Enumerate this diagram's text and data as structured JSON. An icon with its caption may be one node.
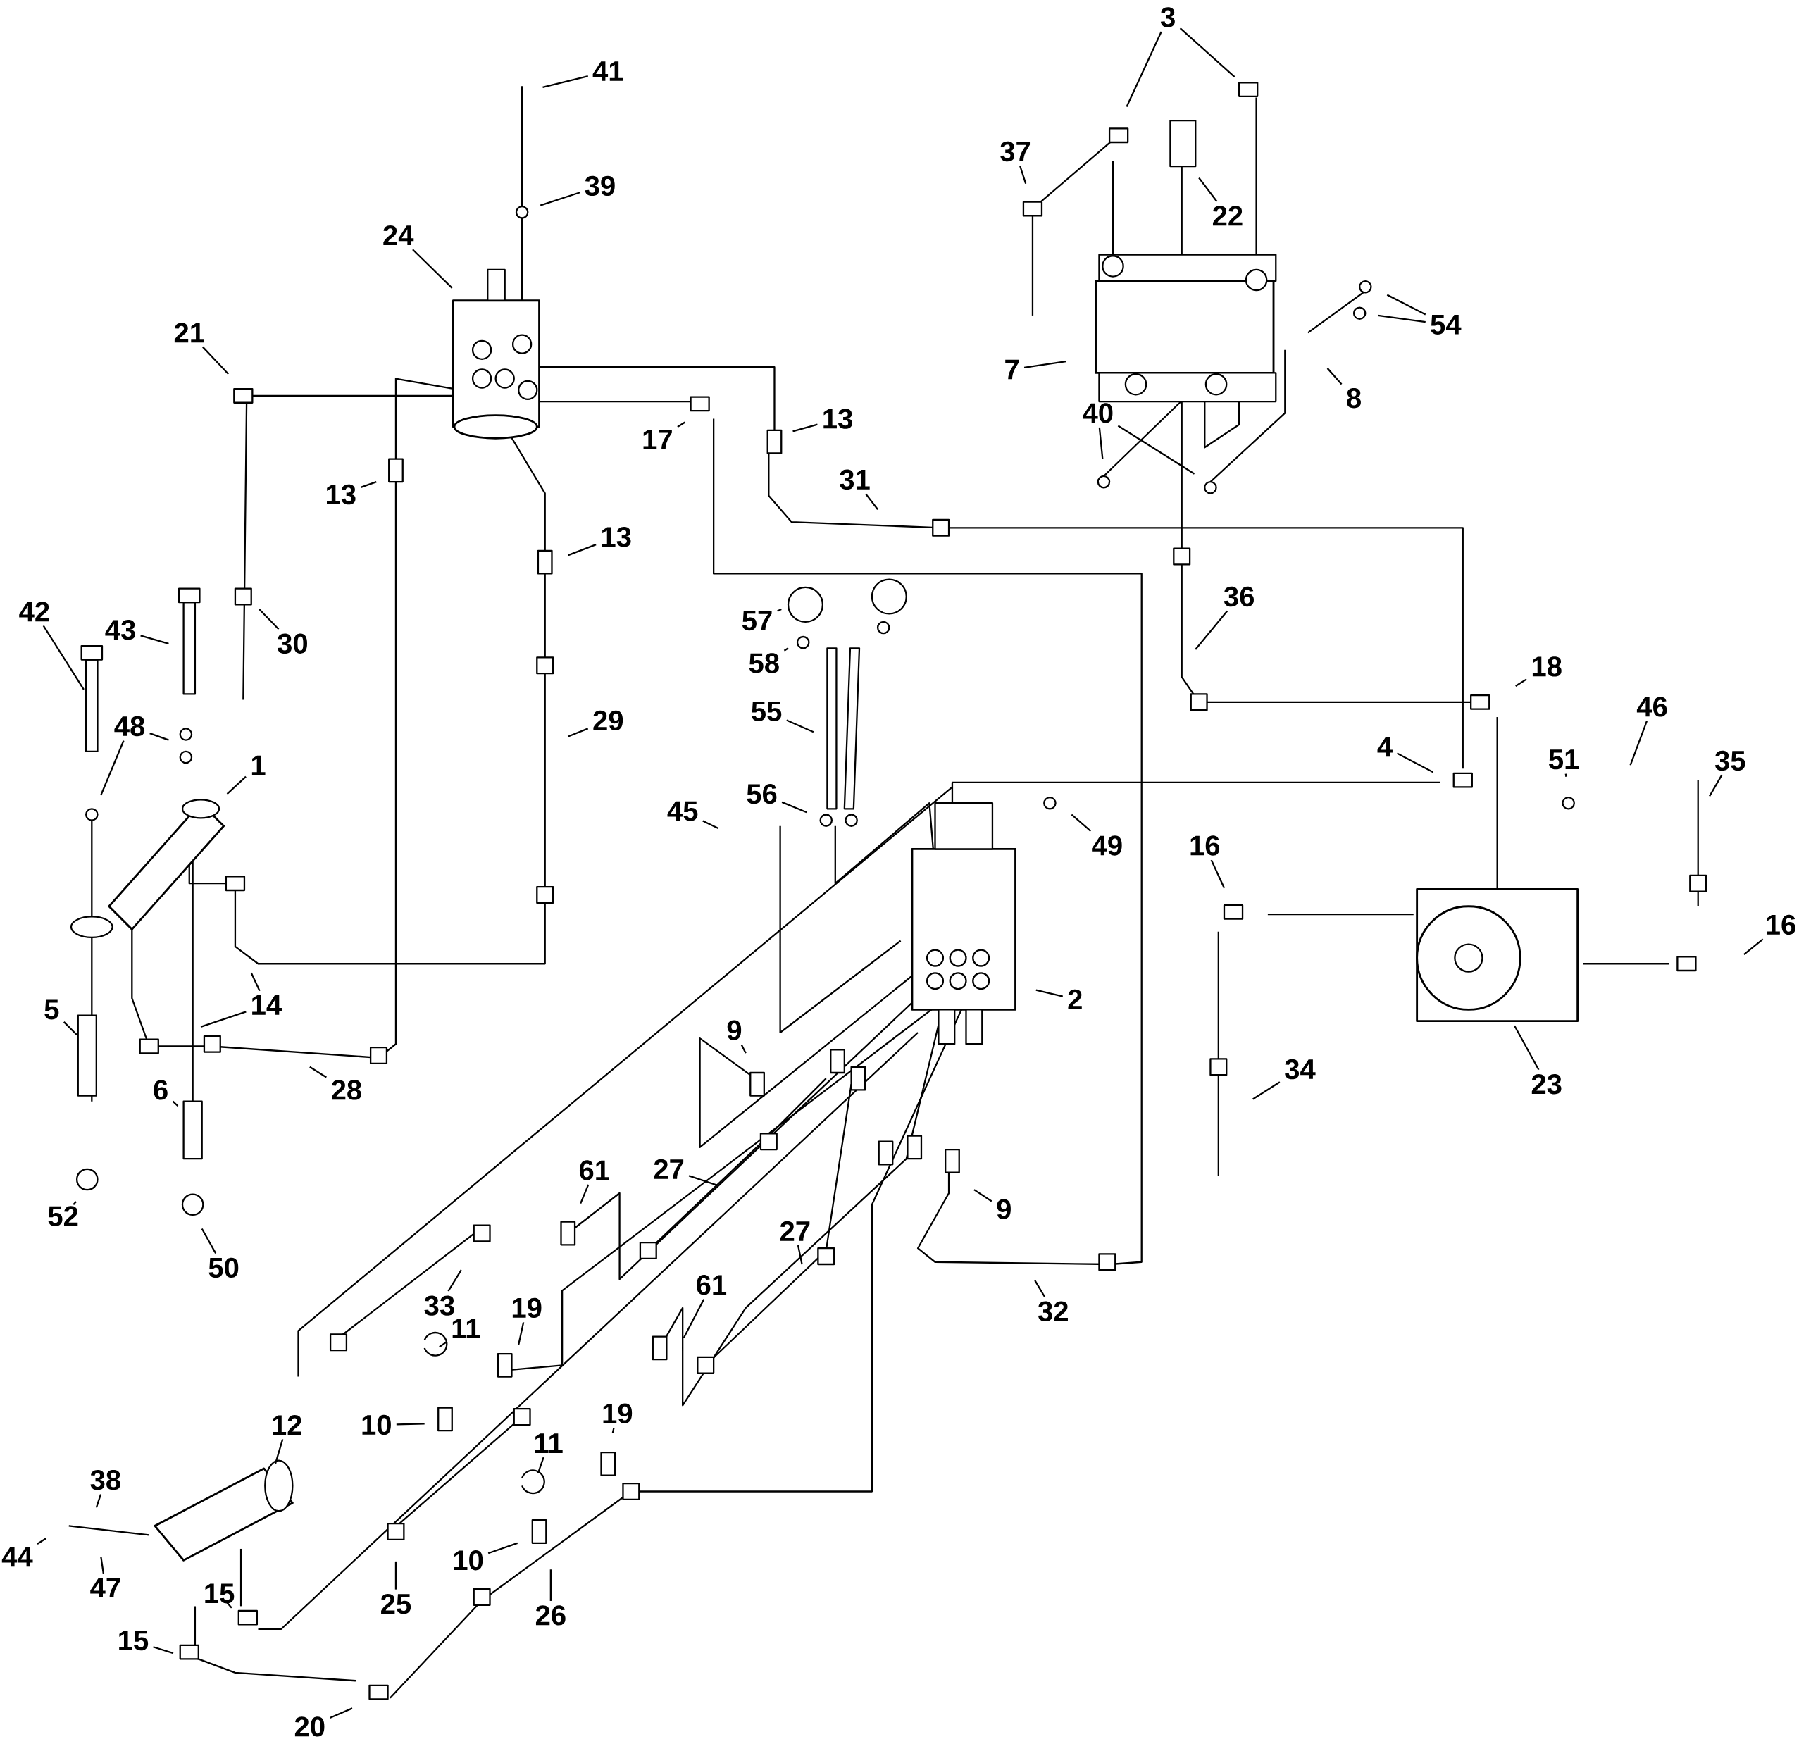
{
  "diagram": {
    "nodes": [
      {
        "text": [
          "3"
        ]
      },
      {
        "text": [
          "41"
        ]
      },
      {
        "text": [
          "39"
        ]
      },
      {
        "text": [
          "24"
        ]
      },
      {
        "text": [
          "21"
        ]
      },
      {
        "text": [
          "37"
        ]
      },
      {
        "text": [
          "22"
        ]
      },
      {
        "text": [
          "54"
        ]
      },
      {
        "text": [
          "7"
        ]
      },
      {
        "text": [
          "8"
        ]
      },
      {
        "text": [
          "40"
        ]
      },
      {
        "text": [
          "13"
        ]
      },
      {
        "text": [
          "17"
        ]
      },
      {
        "text": [
          "13"
        ]
      },
      {
        "text": [
          "13"
        ]
      },
      {
        "text": [
          "31"
        ]
      },
      {
        "text": [
          "30"
        ]
      },
      {
        "text": [
          "42"
        ]
      },
      {
        "text": [
          "43"
        ]
      },
      {
        "text": [
          "36"
        ]
      },
      {
        "text": [
          "18"
        ]
      },
      {
        "text": [
          "48"
        ]
      },
      {
        "text": [
          "1"
        ]
      },
      {
        "text": [
          "29"
        ]
      },
      {
        "text": [
          "57"
        ]
      },
      {
        "text": [
          "58"
        ]
      },
      {
        "text": [
          "55"
        ]
      },
      {
        "text": [
          "4"
        ]
      },
      {
        "text": [
          "46"
        ]
      },
      {
        "text": [
          "51"
        ]
      },
      {
        "text": [
          "35"
        ]
      },
      {
        "text": [
          "45"
        ]
      },
      {
        "text": [
          "56"
        ]
      },
      {
        "text": [
          "49"
        ]
      },
      {
        "text": [
          "16"
        ]
      },
      {
        "text": [
          "16"
        ]
      },
      {
        "text": [
          "14"
        ]
      },
      {
        "text": [
          "2"
        ]
      },
      {
        "text": [
          "5"
        ]
      },
      {
        "text": [
          "23"
        ]
      },
      {
        "text": [
          "9"
        ]
      },
      {
        "text": [
          "34"
        ]
      },
      {
        "text": [
          "6"
        ]
      },
      {
        "text": [
          "28"
        ]
      },
      {
        "text": [
          "27"
        ]
      },
      {
        "text": [
          "61"
        ]
      },
      {
        "text": [
          "9"
        ]
      },
      {
        "text": [
          "52"
        ]
      },
      {
        "text": [
          "27"
        ]
      },
      {
        "text": [
          "50"
        ]
      },
      {
        "text": [
          "33"
        ]
      },
      {
        "text": [
          "61"
        ]
      },
      {
        "text": [
          "32"
        ]
      },
      {
        "text": [
          "19"
        ]
      },
      {
        "text": [
          "11"
        ]
      },
      {
        "text": [
          "10"
        ]
      },
      {
        "text": [
          "12"
        ]
      },
      {
        "text": [
          "19"
        ]
      },
      {
        "text": [
          "11"
        ]
      },
      {
        "text": [
          "38"
        ]
      },
      {
        "text": [
          "10"
        ]
      },
      {
        "text": [
          "44"
        ]
      },
      {
        "text": [
          "47"
        ]
      },
      {
        "text": [
          "15"
        ]
      },
      {
        "text": [
          "25"
        ]
      },
      {
        "text": [
          "26"
        ]
      },
      {
        "text": [
          "15"
        ]
      },
      {
        "text": [
          "20"
        ]
      }
    ],
    "edges": [
      {
        "from": 0,
        "to": null,
        "arrow": "none"
      },
      {
        "from": 0,
        "to": null,
        "arrow": "none"
      },
      {
        "from": 1,
        "to": null,
        "arrow": "none"
      },
      {
        "from": 2,
        "to": null,
        "arrow": "none"
      },
      {
        "from": 3,
        "to": null,
        "arrow": "none"
      },
      {
        "from": 4,
        "to": null,
        "arrow": "none"
      },
      {
        "from": 5,
        "to": null,
        "arrow": "none"
      },
      {
        "from": 6,
        "to": null,
        "arrow": "none"
      },
      {
        "from": 7,
        "to": null,
        "arrow": "none"
      },
      {
        "from": 7,
        "to": null,
        "arrow": "none"
      },
      {
        "from": 8,
        "to": null,
        "arrow": "none"
      },
      {
        "from": 9,
        "to": null,
        "arrow": "none"
      },
      {
        "from": 10,
        "to": null,
        "arrow": "none"
      },
      {
        "from": 10,
        "to": null,
        "arrow": "none"
      },
      {
        "from": 11,
        "to": null,
        "arrow": "none"
      },
      {
        "from": 12,
        "to": null,
        "arrow": "none"
      },
      {
        "from": 13,
        "to": null,
        "arrow": "none"
      },
      {
        "from": 14,
        "to": null,
        "arrow": "none"
      },
      {
        "from": 15,
        "to": null,
        "arrow": "none"
      },
      {
        "from": 16,
        "to": null,
        "arrow": "none"
      },
      {
        "from": 17,
        "to": null,
        "arrow": "none"
      },
      {
        "from": 18,
        "to": null,
        "arrow": "none"
      },
      {
        "from": 19,
        "to": null,
        "arrow": "none"
      },
      {
        "from": 20,
        "to": null,
        "arrow": "none"
      },
      {
        "from": 21,
        "to": null,
        "arrow": "none"
      },
      {
        "from": 21,
        "to": null,
        "arrow": "none"
      },
      {
        "from": 22,
        "to": null,
        "arrow": "none"
      },
      {
        "from": 23,
        "to": null,
        "arrow": "none"
      },
      {
        "from": 24,
        "to": null,
        "arrow": "none"
      },
      {
        "from": 25,
        "to": null,
        "arrow": "none"
      },
      {
        "from": 26,
        "to": null,
        "arrow": "none"
      },
      {
        "from": 27,
        "to": null,
        "arrow": "none"
      },
      {
        "from": 28,
        "to": null,
        "arrow": "none"
      },
      {
        "from": 29,
        "to": null,
        "arrow": "none"
      },
      {
        "from": 30,
        "to": null,
        "arrow": "none"
      },
      {
        "from": 31,
        "to": null,
        "arrow": "none"
      },
      {
        "from": 32,
        "to": null,
        "arrow": "none"
      },
      {
        "from": 33,
        "to": null,
        "arrow": "none"
      },
      {
        "from": 34,
        "to": null,
        "arrow": "none"
      },
      {
        "from": 35,
        "to": null,
        "arrow": "none"
      },
      {
        "from": 36,
        "to": null,
        "arrow": "none"
      },
      {
        "from": 36,
        "to": null,
        "arrow": "none"
      },
      {
        "from": 37,
        "to": null,
        "arrow": "none"
      },
      {
        "from": 38,
        "to": null,
        "arrow": "none"
      },
      {
        "from": 39,
        "to": null,
        "arrow": "none"
      },
      {
        "from": 40,
        "to": null,
        "arrow": "none"
      },
      {
        "from": 41,
        "to": null,
        "arrow": "none"
      },
      {
        "from": 42,
        "to": null,
        "arrow": "none"
      },
      {
        "from": 43,
        "to": null,
        "arrow": "none"
      },
      {
        "from": 44,
        "to": null,
        "arrow": "none"
      },
      {
        "from": 45,
        "to": null,
        "arrow": "none"
      },
      {
        "from": 46,
        "to": null,
        "arrow": "none"
      },
      {
        "from": 47,
        "to": null,
        "arrow": "none"
      },
      {
        "from": 48,
        "to": null,
        "arrow": "none"
      },
      {
        "from": 49,
        "to": null,
        "arrow": "none"
      },
      {
        "from": 50,
        "to": null,
        "arrow": "none"
      },
      {
        "from": 51,
        "to": null,
        "arrow": "none"
      },
      {
        "from": 52,
        "to": null,
        "arrow": "none"
      },
      {
        "from": 53,
        "to": null,
        "arrow": "none"
      },
      {
        "from": 54,
        "to": null,
        "arrow": "none"
      },
      {
        "from": 55,
        "to": null,
        "arrow": "none"
      },
      {
        "from": 56,
        "to": null,
        "arrow": "none"
      },
      {
        "from": 57,
        "to": null,
        "arrow": "none"
      },
      {
        "from": 58,
        "to": null,
        "arrow": "none"
      },
      {
        "from": 59,
        "to": null,
        "arrow": "none"
      },
      {
        "from": 60,
        "to": null,
        "arrow": "none"
      },
      {
        "from": 61,
        "to": null,
        "arrow": "none"
      },
      {
        "from": 62,
        "to": null,
        "arrow": "none"
      },
      {
        "from": 63,
        "to": null,
        "arrow": "none"
      },
      {
        "from": 64,
        "to": null,
        "arrow": "none"
      },
      {
        "from": 65,
        "to": null,
        "arrow": "none"
      },
      {
        "from": 66,
        "to": null,
        "arrow": "none"
      },
      {
        "from": 67,
        "to": null,
        "arrow": "none"
      }
    ]
  }
}
